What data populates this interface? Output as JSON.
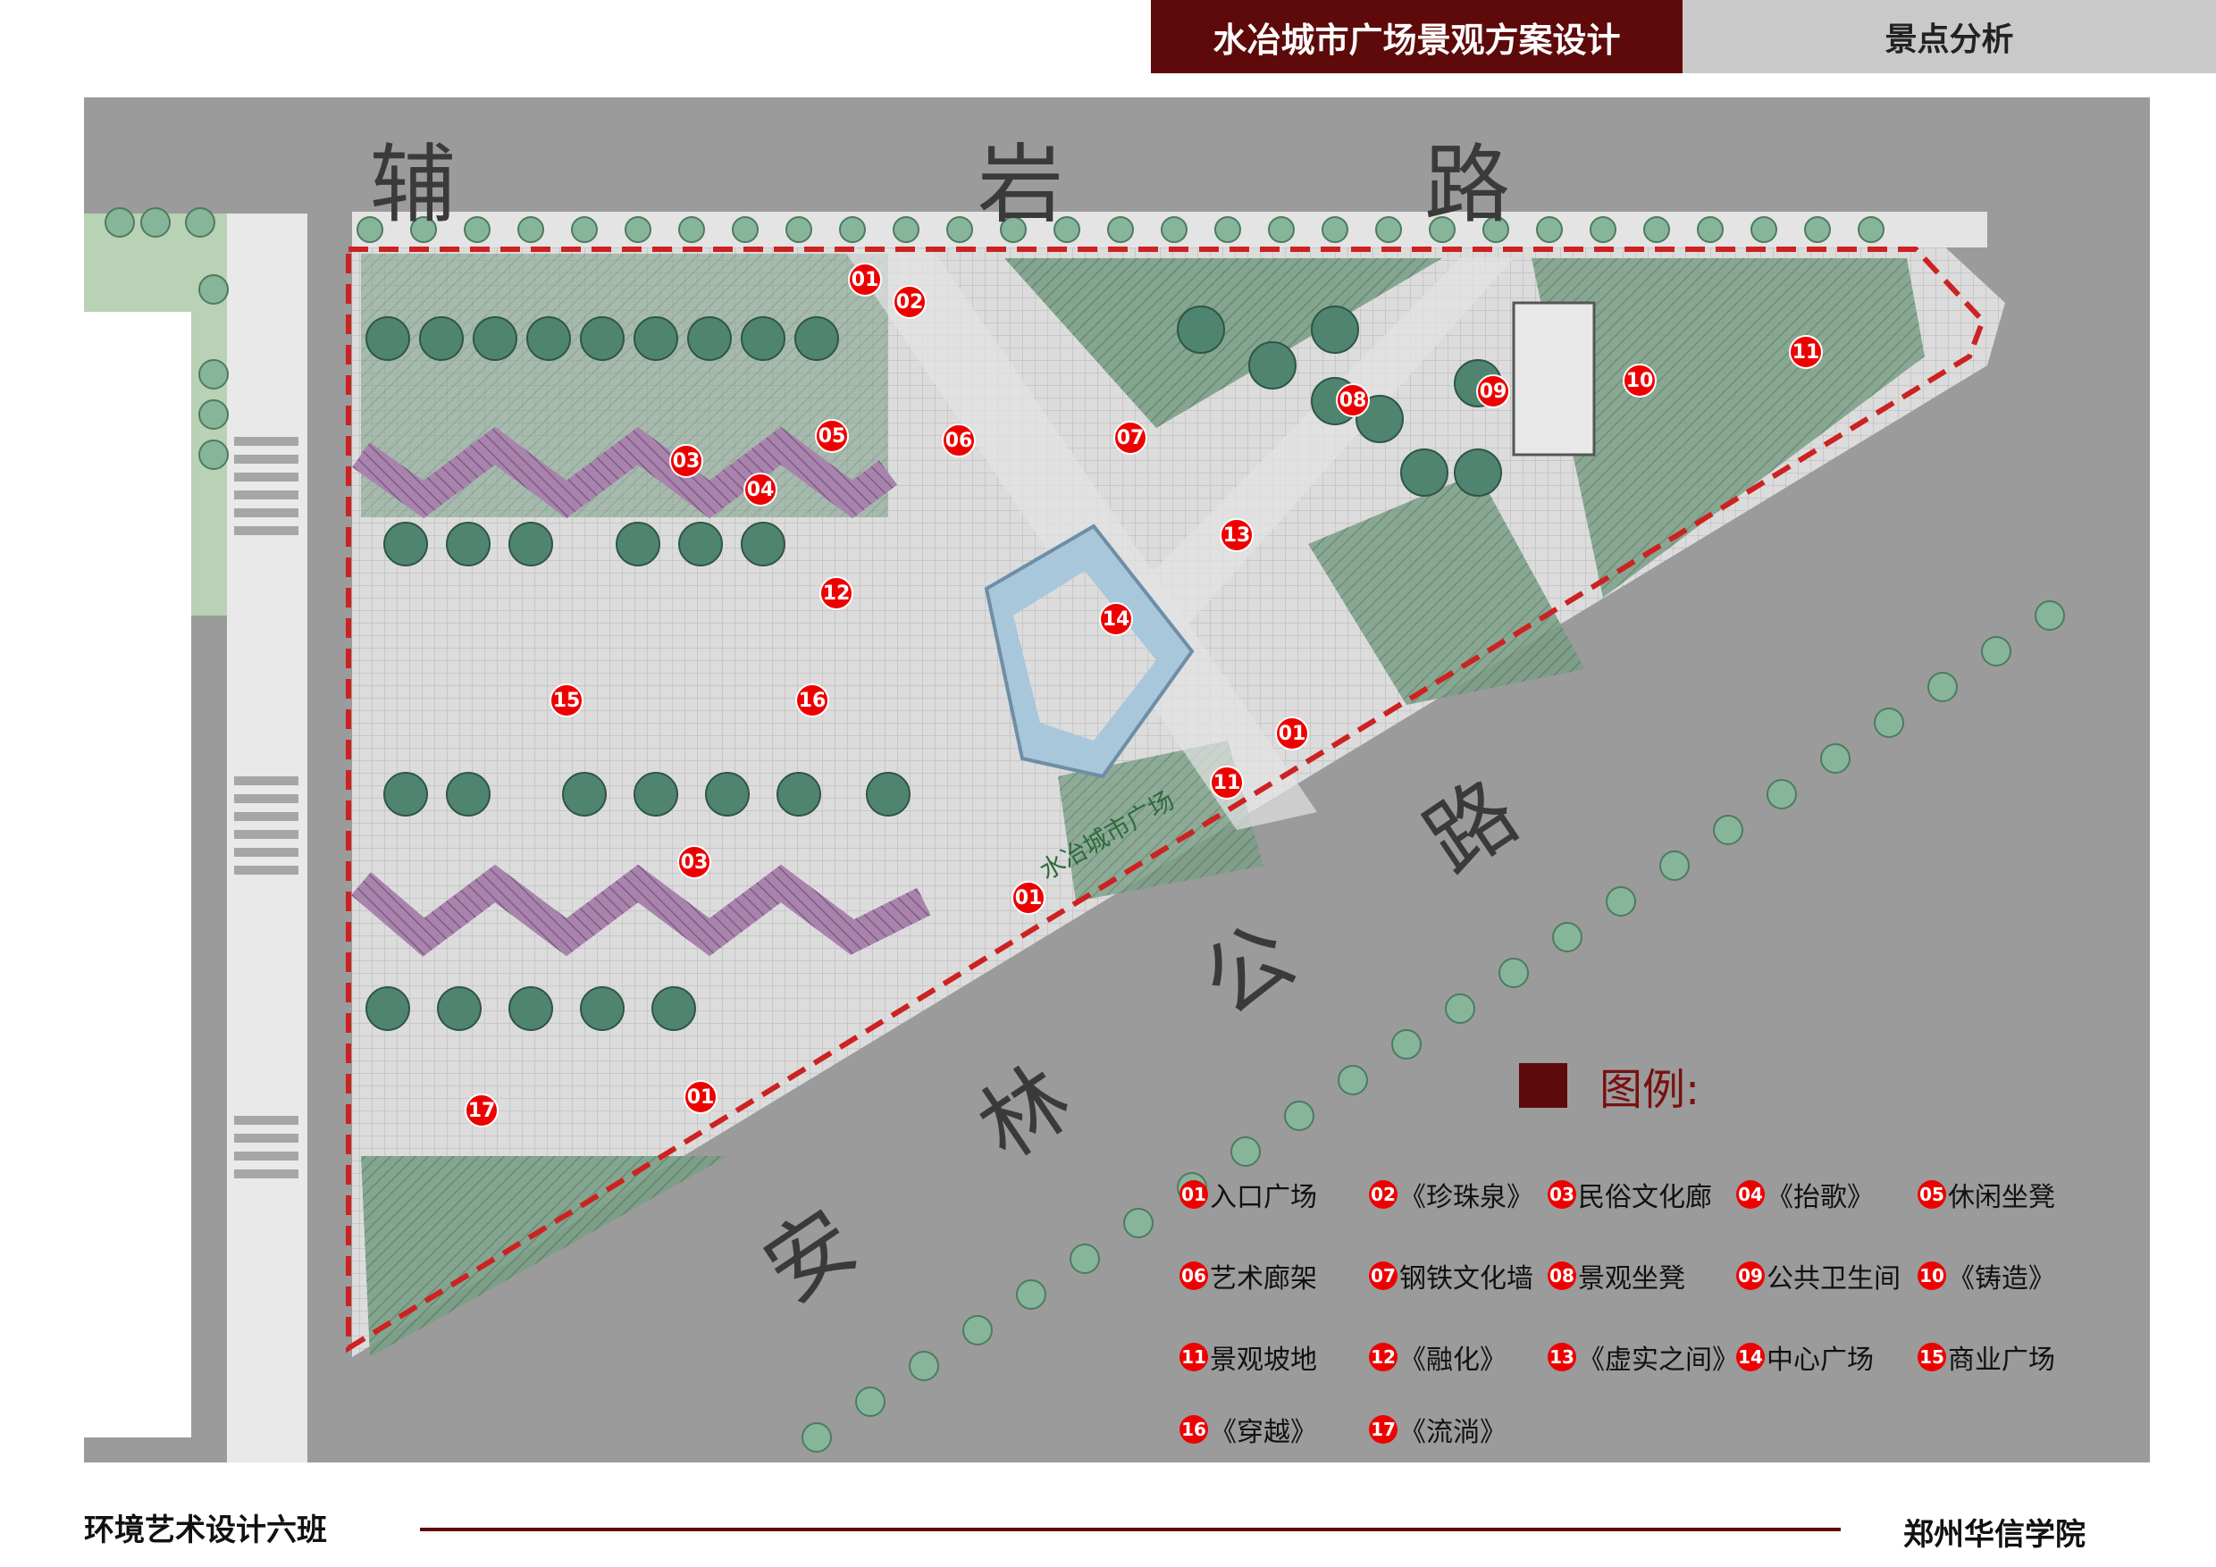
{
  "header": {
    "title": "水冶城市广场景观方案设计",
    "section": "景点分析"
  },
  "roads": {
    "north": [
      "辅",
      "岩",
      "路"
    ],
    "south": [
      "安",
      "林",
      "公",
      "路"
    ]
  },
  "markers": [
    {
      "id": "01"
    },
    {
      "id": "02"
    },
    {
      "id": "03"
    },
    {
      "id": "04"
    },
    {
      "id": "05"
    },
    {
      "id": "06"
    },
    {
      "id": "07"
    },
    {
      "id": "08"
    },
    {
      "id": "09"
    },
    {
      "id": "10"
    },
    {
      "id": "11"
    },
    {
      "id": "12"
    },
    {
      "id": "13"
    },
    {
      "id": "14"
    },
    {
      "id": "15"
    },
    {
      "id": "16"
    },
    {
      "id": "03"
    },
    {
      "id": "01"
    },
    {
      "id": "11"
    },
    {
      "id": "01"
    },
    {
      "id": "01"
    },
    {
      "id": "17"
    }
  ],
  "plan_inscription": "水冶城市广场",
  "legend": {
    "title": "图例:",
    "items": [
      {
        "num": "01",
        "label": "入口广场"
      },
      {
        "num": "02",
        "label": "《珍珠泉》"
      },
      {
        "num": "03",
        "label": "民俗文化廊"
      },
      {
        "num": "04",
        "label": "《抬歌》"
      },
      {
        "num": "05",
        "label": "休闲坐凳"
      },
      {
        "num": "06",
        "label": "艺术廊架"
      },
      {
        "num": "07",
        "label": "钢铁文化墙"
      },
      {
        "num": "08",
        "label": "景观坐凳"
      },
      {
        "num": "09",
        "label": "公共卫生间"
      },
      {
        "num": "10",
        "label": "《铸造》"
      },
      {
        "num": "11",
        "label": "景观坡地"
      },
      {
        "num": "12",
        "label": "《融化》"
      },
      {
        "num": "13",
        "label": "《虚实之间》"
      },
      {
        "num": "14",
        "label": "中心广场"
      },
      {
        "num": "15",
        "label": "商业广场"
      },
      {
        "num": "16",
        "label": "《穿越》"
      },
      {
        "num": "17",
        "label": "《流淌》"
      }
    ]
  },
  "footer": {
    "left": "环境艺术设计六班",
    "right": "郑州华信学院"
  },
  "colors": {
    "accent": "#5e0a0a",
    "road": "#9b9b9b",
    "marker": "#e00000",
    "boundary": "#cc2222"
  }
}
